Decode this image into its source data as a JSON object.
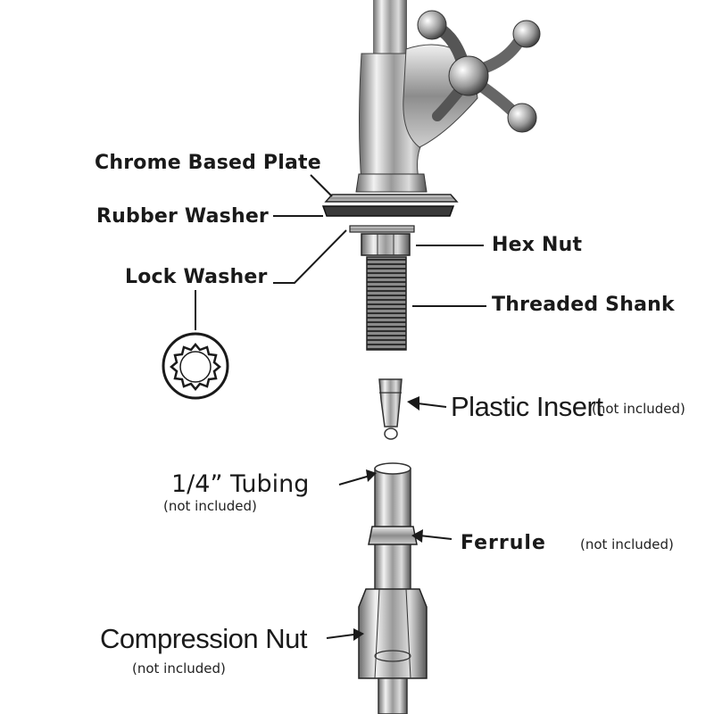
{
  "labels": {
    "chrome_plate": "Chrome Based Plate",
    "rubber_washer": "Rubber Washer",
    "lock_washer": "Lock Washer",
    "hex_nut": "Hex Nut",
    "threaded_shank": "Threaded Shank",
    "plastic_insert": "Plastic Insert",
    "tubing": "1/4” Tubing",
    "ferrule": "Ferrule",
    "compression_nut": "Compression Nut"
  },
  "notes": {
    "plastic_insert": "(not included)",
    "tubing": "(not included)",
    "ferrule": "(not included)",
    "compression_nut": "(not included)"
  },
  "colors": {
    "line": "#1a1a1a",
    "chrome_dark": "#555555",
    "chrome_light": "#e6e6e6"
  }
}
